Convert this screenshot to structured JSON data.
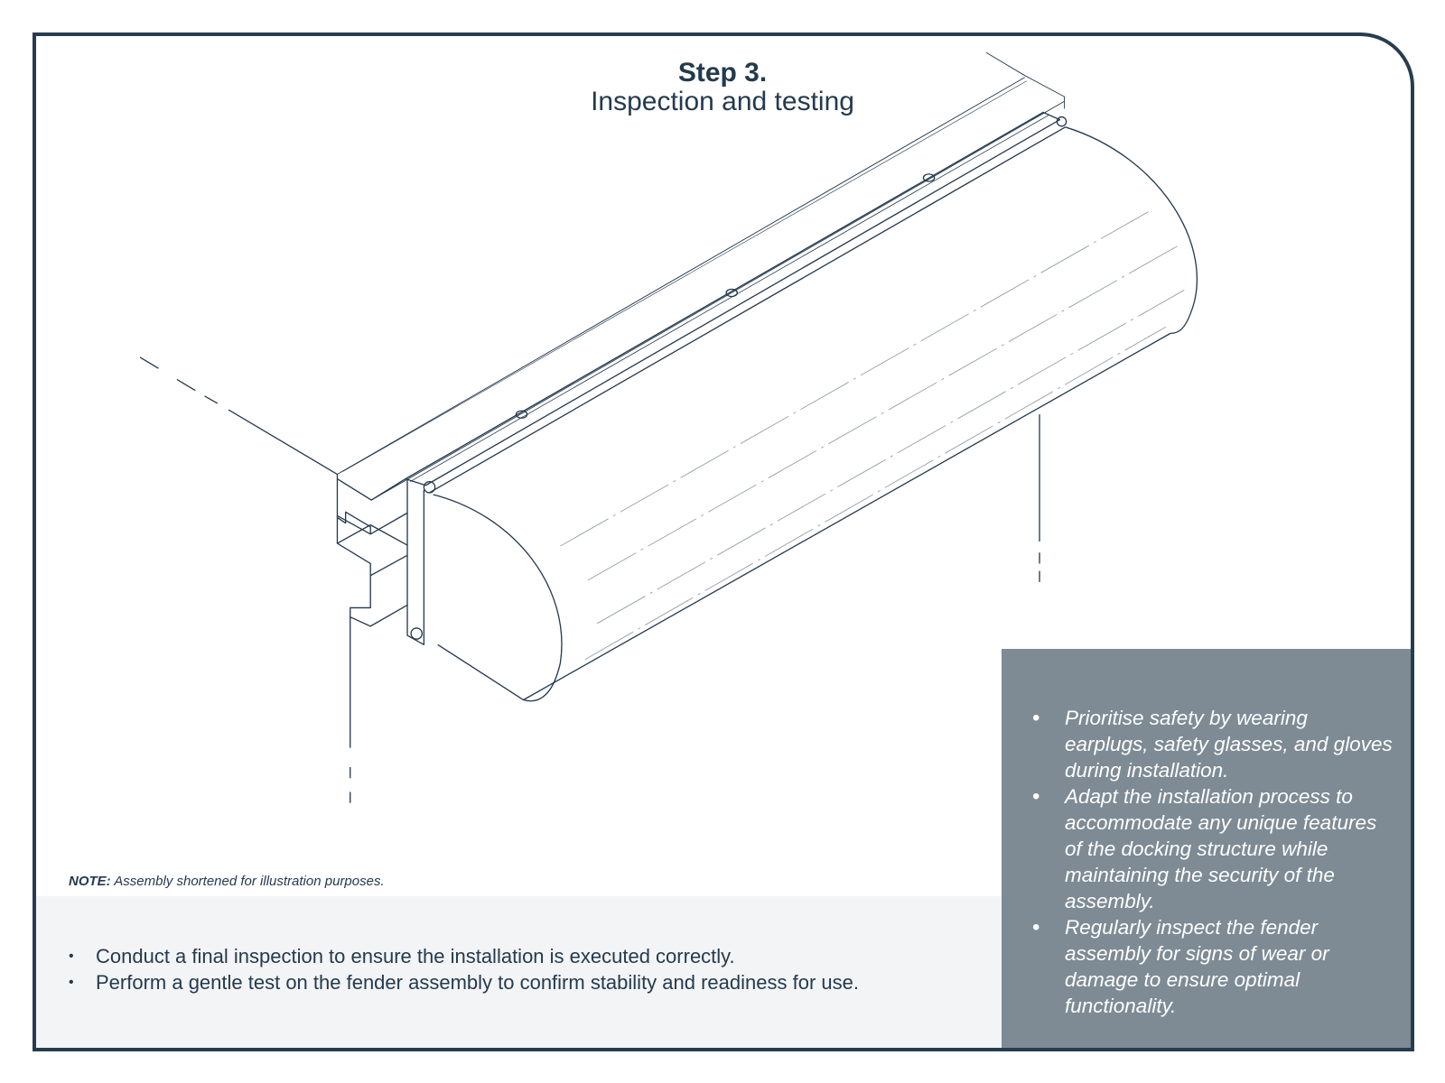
{
  "header": {
    "step": "Step 3.",
    "title": "Inspection and testing"
  },
  "note": {
    "label": "NOTE:",
    "text": "Assembly shortened for illustration purposes."
  },
  "instructions": [
    "Conduct a final inspection to ensure the installation is executed correctly.",
    "Perform a gentle test on the fender assembly to confirm stability and readiness for use."
  ],
  "tips": [
    "Prioritise safety by wearing earplugs, safety glasses, and gloves during installation.",
    "Adapt the installation process to accommodate any unique features of the docking structure while maintaining the security of the assembly.",
    "Regularly inspect the fender assembly for signs of wear or damage to ensure optimal functionality."
  ],
  "colors": {
    "border": "#283c4f",
    "panel": "#7e8b95",
    "band": "#f3f4f6",
    "text": "#243a4e"
  }
}
